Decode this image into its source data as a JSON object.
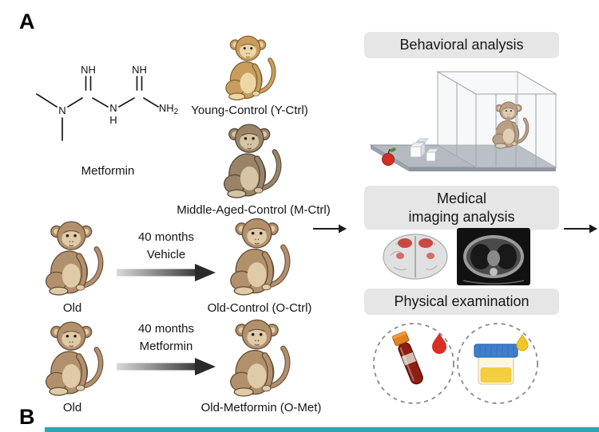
{
  "panels": {
    "a_label": "A",
    "b_label": "B"
  },
  "metformin_structure": {
    "caption": "Metformin",
    "atoms": {
      "nh_top_left": "NH",
      "nh_top_right": "NH",
      "n_dimethyl": "N",
      "n_central": "N",
      "h_central": "H",
      "nh2_main": "NH",
      "nh2_sub": "2"
    }
  },
  "cohorts": {
    "young_control": "Young-Control (Y-Ctrl)",
    "middle_aged_control": "Middle-Aged-Control (M-Ctrl)",
    "old_top": "Old",
    "old_bottom": "Old",
    "old_control": "Old-Control (O-Ctrl)",
    "old_metformin": "Old-Metformin (O-Met)"
  },
  "treatments": {
    "vehicle": {
      "duration": "40 months",
      "agent": "Vehicle"
    },
    "metformin": {
      "duration": "40 months",
      "agent": "Metformin"
    }
  },
  "analysis_boxes": {
    "behavioral": "Behavioral analysis",
    "imaging_line1": "Medical",
    "imaging_line2": "imaging analysis",
    "physical": "Physical examination"
  },
  "illustrations": {
    "behavioral": "monkey in transparent cage on platform with apple and blocks",
    "imaging": [
      "brain activation map",
      "chest CT scan"
    ],
    "physical": [
      "blood collection tube with blood drop",
      "urine specimen container with urine drop"
    ]
  },
  "colors": {
    "analysis_box_bg": "#e6e6e6",
    "monkey_fur_young": "#c89d5e",
    "monkey_fur_middle": "#9a8468",
    "monkey_fur_old": "#b3906c",
    "arrow_gradient_start": "#d9d9d9",
    "arrow_gradient_end": "#3a3a3a",
    "blood_red": "#8e1d14",
    "blood_drop_red": "#d62f23",
    "urine_yellow": "#f3cf3f",
    "lid_blue": "#3f7fd0",
    "brain_highlight_red": "#c73a34",
    "panel_b_accent": "#2aa6b4"
  }
}
